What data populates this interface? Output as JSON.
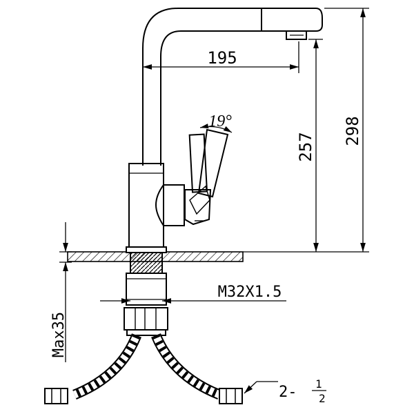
{
  "drawing": {
    "dimensions": {
      "spout_reach": "195",
      "height_to_outlet": "257",
      "total_height": "298",
      "handle_angle": "19°",
      "max_thickness": "Max35",
      "thread": "M32X1.5",
      "hose_connection_whole": "2-",
      "hose_connection_numerator": "1",
      "hose_connection_denominator": "2"
    }
  }
}
